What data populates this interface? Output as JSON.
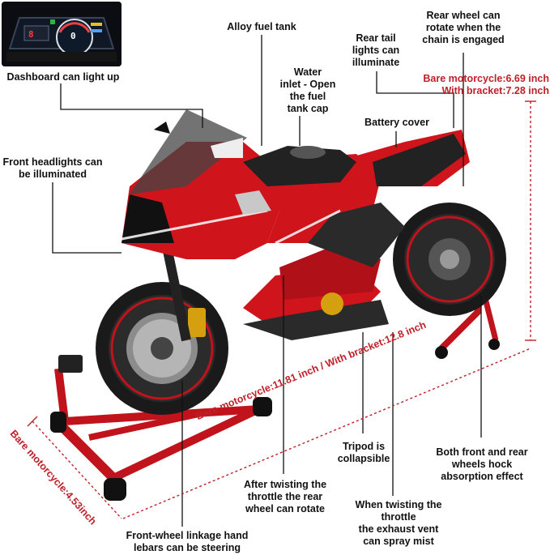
{
  "callouts": {
    "dashboard": "Dashboard can light up",
    "fuel_tank": "Alloy fuel tank",
    "water_inlet": "Water\ninlet - Open\nthe fuel\ntank cap",
    "tail_lights": "Rear tail\nlights can\nilluminate",
    "rear_wheel": "Rear wheel can\nrotate when the\nchain is engaged",
    "battery_cover": "Battery cover",
    "headlights": "Front headlights can\nbe illuminated",
    "tripod": "Tripod is\ncollapsible",
    "shocks": "Both front and rear\nwheels hock\nabsorption effect",
    "throttle_rear": "After twisting the\nthrottle the rear\nwheel can rotate",
    "exhaust": "When twisting the\nthrottle\nthe exhaust vent\ncan spray mist",
    "steering": "Front-wheel linkage hand\nlebars can be steering"
  },
  "dimensions": {
    "height_bare": "Bare motorcycle:6.69 inch",
    "height_bracket": "With bracket:7.28 inch",
    "length": "Bare motorcycle:11.81 inch / With bracket:12.8 inch",
    "width": "Bare motorcycle:4.53inch"
  },
  "dashboard_readout": {
    "gear": "8",
    "speed": "0"
  },
  "colors": {
    "bike_red": "#d0141c",
    "stand_red": "#c0131b",
    "dimension_red": "#c0202a",
    "tire_black": "#1a1a1a"
  }
}
